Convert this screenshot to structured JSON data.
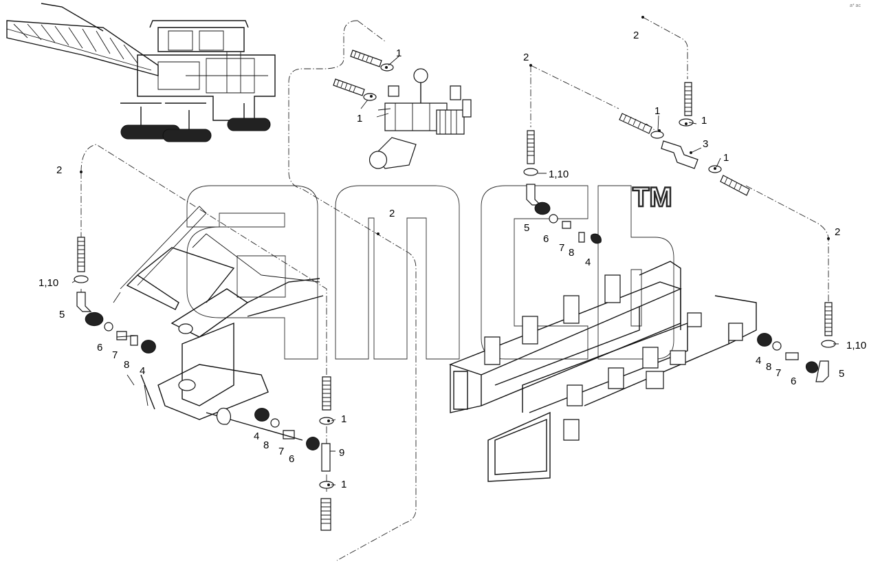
{
  "corner_mark": "a* ac",
  "watermark": {
    "text": "TM"
  },
  "callouts": [
    {
      "id": "c-tl-1",
      "text": "1"
    },
    {
      "id": "c-tl-1b",
      "text": "1"
    },
    {
      "id": "c-tr-2a",
      "text": "2"
    },
    {
      "id": "c-tr-2b",
      "text": "2"
    },
    {
      "id": "c-tr-1a",
      "text": "1"
    },
    {
      "id": "c-tr-1b",
      "text": "1"
    },
    {
      "id": "c-tr-3",
      "text": "3"
    },
    {
      "id": "c-tr-1c",
      "text": "1"
    },
    {
      "id": "c-tr-110",
      "text": "1,10"
    },
    {
      "id": "c-tr-5",
      "text": "5"
    },
    {
      "id": "c-tr-6",
      "text": "6"
    },
    {
      "id": "c-tr-7",
      "text": "7"
    },
    {
      "id": "c-tr-8",
      "text": "8"
    },
    {
      "id": "c-tr-4",
      "text": "4"
    },
    {
      "id": "c-tr-2c",
      "text": "2"
    },
    {
      "id": "c-r-110",
      "text": "1,10"
    },
    {
      "id": "c-r-4",
      "text": "4"
    },
    {
      "id": "c-r-8",
      "text": "8"
    },
    {
      "id": "c-r-7",
      "text": "7"
    },
    {
      "id": "c-r-6",
      "text": "6"
    },
    {
      "id": "c-r-5",
      "text": "5"
    },
    {
      "id": "c-l-2a",
      "text": "2"
    },
    {
      "id": "c-l-2b",
      "text": "2"
    },
    {
      "id": "c-l-110",
      "text": "1,10"
    },
    {
      "id": "c-l-5",
      "text": "5"
    },
    {
      "id": "c-l-6",
      "text": "6"
    },
    {
      "id": "c-l-7",
      "text": "7"
    },
    {
      "id": "c-l-4",
      "text": "4"
    },
    {
      "id": "c-l-8",
      "text": "8"
    },
    {
      "id": "c-m-1a",
      "text": "1"
    },
    {
      "id": "c-m-4",
      "text": "4"
    },
    {
      "id": "c-m-8",
      "text": "8"
    },
    {
      "id": "c-m-7",
      "text": "7"
    },
    {
      "id": "c-m-6",
      "text": "6"
    },
    {
      "id": "c-m-9",
      "text": "9"
    },
    {
      "id": "c-m-1b",
      "text": "1"
    }
  ]
}
